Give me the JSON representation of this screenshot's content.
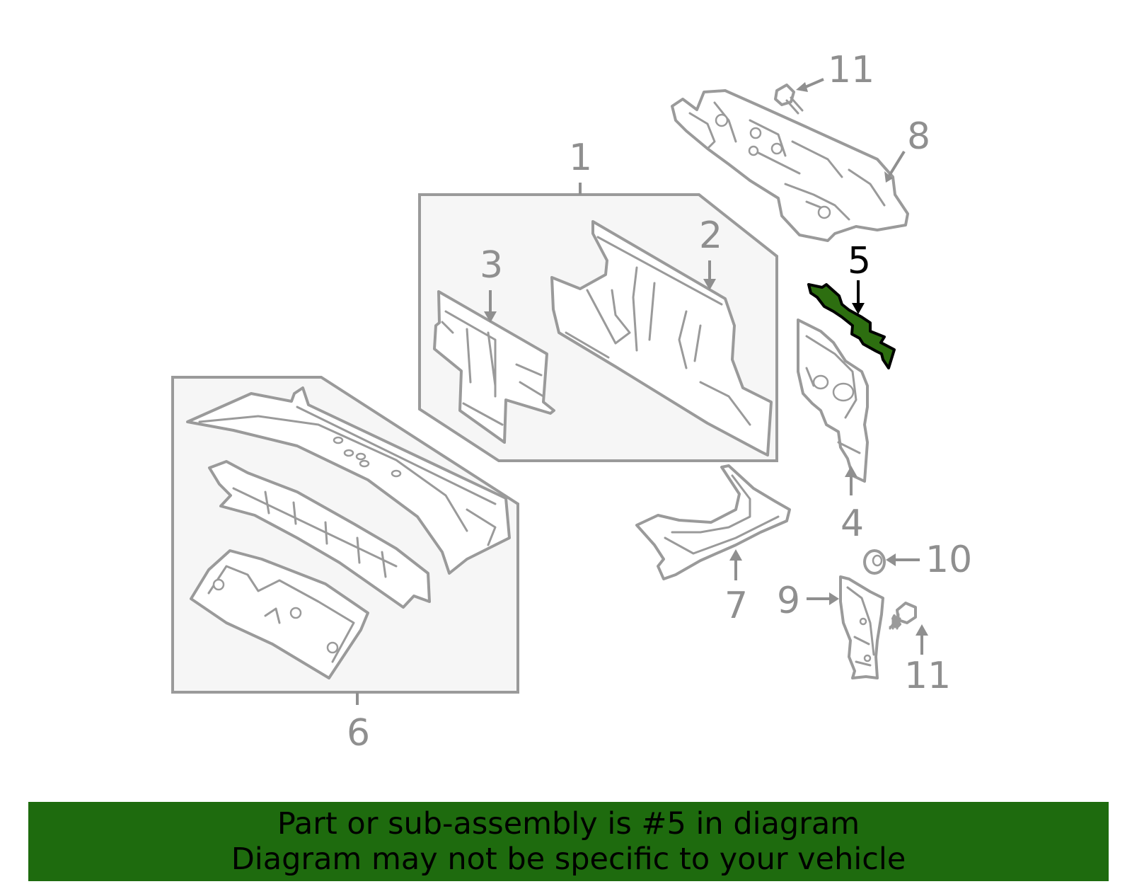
{
  "colors": {
    "banner_background": "#1e6b0e",
    "highlighted_part_fill": "#2d6e10",
    "line_gray": "#9a9a9a",
    "box_fill": "#f6f6f6"
  },
  "callouts": {
    "c1": "1",
    "c2": "2",
    "c3": "3",
    "c4": "4",
    "c5": "5",
    "c6": "6",
    "c7": "7",
    "c8": "8",
    "c9": "9",
    "c10": "10",
    "c11_top": "11",
    "c11_bottom": "11"
  },
  "highlighted_callout": "5",
  "banner": {
    "line1": "Part or sub-assembly is #5 in diagram",
    "line2": "Diagram may not be specific to your vehicle"
  }
}
